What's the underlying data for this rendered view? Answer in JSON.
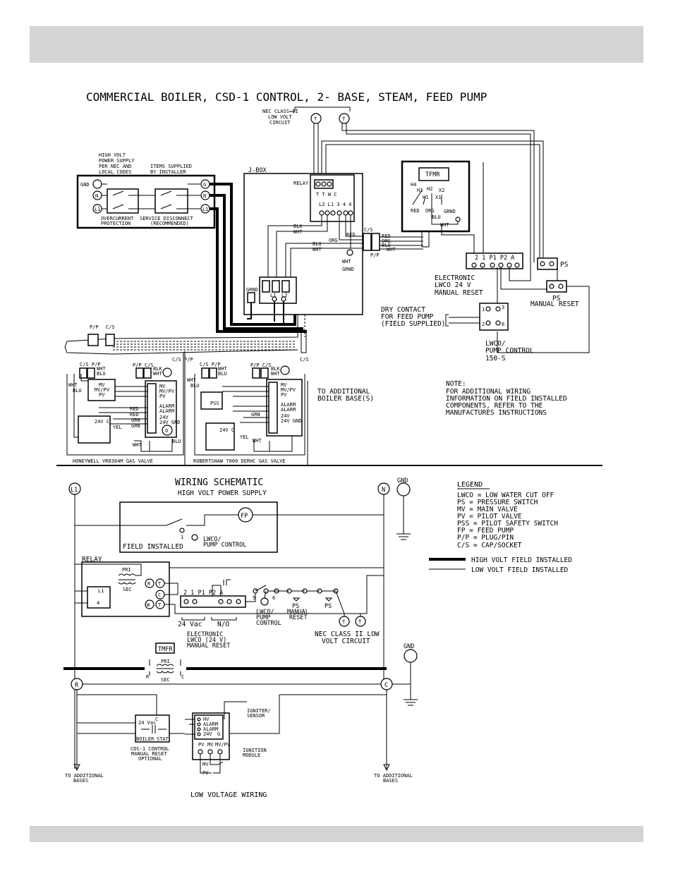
{
  "page": {
    "title": "COMMERCIAL BOILER, CSD-1 CONTROL, 2-   BASE, STEAM, FEED PUMP"
  },
  "upper": {
    "nec_class": [
      "NEC CLASS II",
      "LOW VOLT",
      "CIRCUIT"
    ],
    "high_volt_supply": [
      "HIGH VOLT",
      "POWER SUPPLY",
      "PER NEC AND",
      "LOCAL CODES"
    ],
    "items_supplied": [
      "ITEMS SUPPLIED",
      "BY INSTALLER"
    ],
    "overcurrent": [
      "OVERCURRENT",
      "PROTECTION"
    ],
    "service_disconnect": [
      "SERVICE DISCONNECT",
      "(RECOMMENDED)"
    ],
    "jbox": "J-BOX",
    "relay": "RELAY",
    "relay_terms": "T T W C",
    "relay_l_terms": "L2 L1 3 4 4",
    "tfmr": "TFMR",
    "tfmr_terms": [
      "H4",
      "H3",
      "H2",
      "X2",
      "H1",
      "X1"
    ],
    "wire_labels": {
      "blk": "BLK",
      "wht": "WHT",
      "blu": "BLU",
      "org": "ORG",
      "red": "RED",
      "grnd": "GRND",
      "cs": "C/S",
      "pp": "P/P",
      "grn": "GRN"
    },
    "lwco_terms": "2 1  P1 P2 A",
    "electronic_lwco": [
      "ELECTRONIC",
      "LWCO 24 V",
      "MANUAL RESET"
    ],
    "ps": "PS",
    "ps_manual": [
      "PS",
      "MANUAL RESET"
    ],
    "dry_contact": [
      "DRY CONTACT",
      "FOR FEED PUMP",
      "(FIELD SUPPLIED)"
    ],
    "pump_ctrl_terms": [
      "1",
      "3",
      "2",
      "6"
    ],
    "lwco_pump": [
      "LWCO/",
      "PUMP CONTROL",
      "150-S"
    ],
    "to_additional": [
      "TO ADDITIONAL",
      "BOILER BASE(S)"
    ],
    "note": [
      "NOTE:",
      "FOR ADDITIONAL WIRING",
      "INFORMATION ON FIELD INSTALLED",
      "COMPONENTS, REFER TO THE",
      "MANUFACTURES INSTRUCTIONS"
    ],
    "valve_terms": [
      "MV",
      "MV/PV",
      "PV",
      "ALARM",
      "ALARM",
      "24V",
      "24V GND"
    ],
    "honeywell": "HONEYWELL VR8304M GAS VALVE",
    "robertshaw": "ROBERTSHAW 7000 DERHC GAS VALVE",
    "ctrl_24vc": "24V C",
    "pss": "PSS"
  },
  "schematic": {
    "title": "WIRING SCHEMATIC",
    "hv_supply": "HIGH VOLT POWER SUPPLY",
    "l1": "L1",
    "n": "N",
    "gnd": "GND",
    "fp": "FP",
    "field_installed": "FIELD INSTALLED",
    "lwco_pump_ctrl": [
      "LWCO/",
      "PUMP CONTROL"
    ],
    "relay": "RELAY",
    "pri": "PRI",
    "sec": "SEC",
    "relay_term_r": "R",
    "relay_term_t": "T",
    "relay_term_c": "C",
    "relay_term_w": "W",
    "lwco_block": "2  1   P1    P2 A",
    "vac": "24 Vac",
    "no": "N/O",
    "electronic": [
      "ELECTRONIC",
      "LWCO (24 V)",
      "MANUAL RESET"
    ],
    "lwco_small": [
      "LWCO/",
      "PUMP",
      "CONTROL"
    ],
    "ps_manual": [
      "PS",
      "MANUAL",
      "RESET"
    ],
    "ps": "PS",
    "nec": [
      "NEC CLASS II LOW",
      "VOLT CIRCUIT"
    ],
    "pins_5_6": [
      "5",
      "6"
    ],
    "tmfr": "TMFR",
    "r": "R",
    "c": "C",
    "cds_control": [
      "CDS-1 CONTROL",
      "MANUAL RESET",
      "OPTIONAL"
    ],
    "cds_labels": [
      "24 Vac",
      "C",
      "BOILER",
      "STAT"
    ],
    "ignition_terms": [
      "HV",
      "ALARM",
      "ALARM",
      "24V",
      "G"
    ],
    "ignition_bottom": [
      "PV",
      "MV",
      "MV/PV"
    ],
    "igniter": [
      "IGNITER/",
      "SENSOR"
    ],
    "ignition_module": [
      "IGNITION",
      "MODULE"
    ],
    "to_additional": [
      "TO ADDITIONAL",
      "BASES"
    ],
    "low_voltage": "LOW VOLTAGE WIRING"
  },
  "legend": {
    "title": "LEGEND",
    "items": [
      "LWCO = LOW WATER CUT OFF",
      "PS = PRESSURE SWITCH",
      "MV = MAIN VALVE",
      "PV = PILOT VALVE",
      "PSS = PILOT SAFETY SWITCH",
      "FP = FEED PUMP",
      "P/P = PLUG/PIN",
      "C/S = CAP/SOCKET"
    ],
    "high_volt": "HIGH VOLT FIELD INSTALLED",
    "low_volt": "LOW VOLT FIELD INSTALLED"
  }
}
